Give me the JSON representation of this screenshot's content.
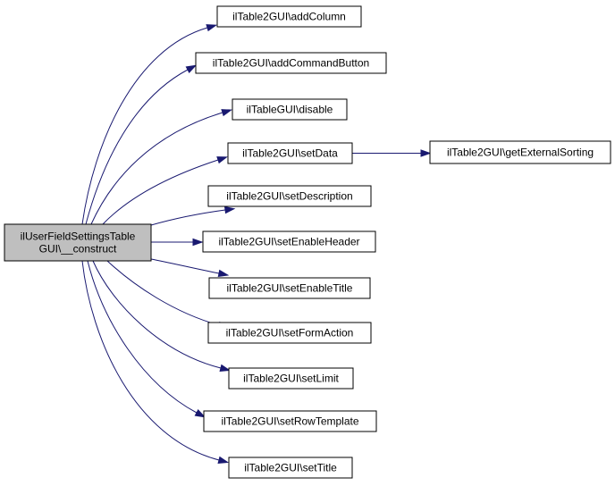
{
  "graph": {
    "root": {
      "line1": "ilUserFieldSettingsTable",
      "line2": "GUI\\__construct",
      "fill": "#bfbfbf"
    },
    "callees": [
      {
        "id": "addColumn",
        "label": "ilTable2GUI\\addColumn"
      },
      {
        "id": "addCommandButton",
        "label": "ilTable2GUI\\addCommandButton"
      },
      {
        "id": "disable",
        "label": "ilTableGUI\\disable"
      },
      {
        "id": "setData",
        "label": "ilTable2GUI\\setData"
      },
      {
        "id": "setDescription",
        "label": "ilTable2GUI\\setDescription"
      },
      {
        "id": "setEnableHeader",
        "label": "ilTable2GUI\\setEnableHeader"
      },
      {
        "id": "setEnableTitle",
        "label": "ilTable2GUI\\setEnableTitle"
      },
      {
        "id": "setFormAction",
        "label": "ilTable2GUI\\setFormAction"
      },
      {
        "id": "setLimit",
        "label": "ilTable2GUI\\setLimit"
      },
      {
        "id": "setRowTemplate",
        "label": "ilTable2GUI\\setRowTemplate"
      },
      {
        "id": "setTitle",
        "label": "ilTable2GUI\\setTitle"
      }
    ],
    "secondary": [
      {
        "id": "getExternalSorting",
        "label": "ilTable2GUI\\getExternalSorting",
        "from": "setData"
      }
    ],
    "colors": {
      "edge": "#191970",
      "node_fill": "#ffffff",
      "root_fill": "#bfbfbf"
    }
  }
}
